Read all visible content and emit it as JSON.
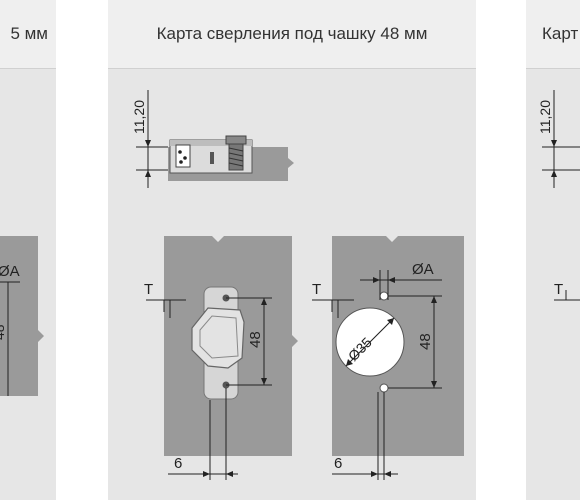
{
  "panels": {
    "left_title": "5 мм",
    "middle_title": "Карта сверления под чашку 48 мм",
    "right_title": "Карт"
  },
  "dimensions": {
    "offset_height": "11,20",
    "thickness": "T",
    "hole_spacing": "48",
    "edge_distance": "6",
    "diameter_a": "ØA",
    "cup_diameter": "Ø35"
  },
  "colors": {
    "panel_bg": "#e6e6e6",
    "board": "#9a9a9a",
    "line": "#222222"
  }
}
